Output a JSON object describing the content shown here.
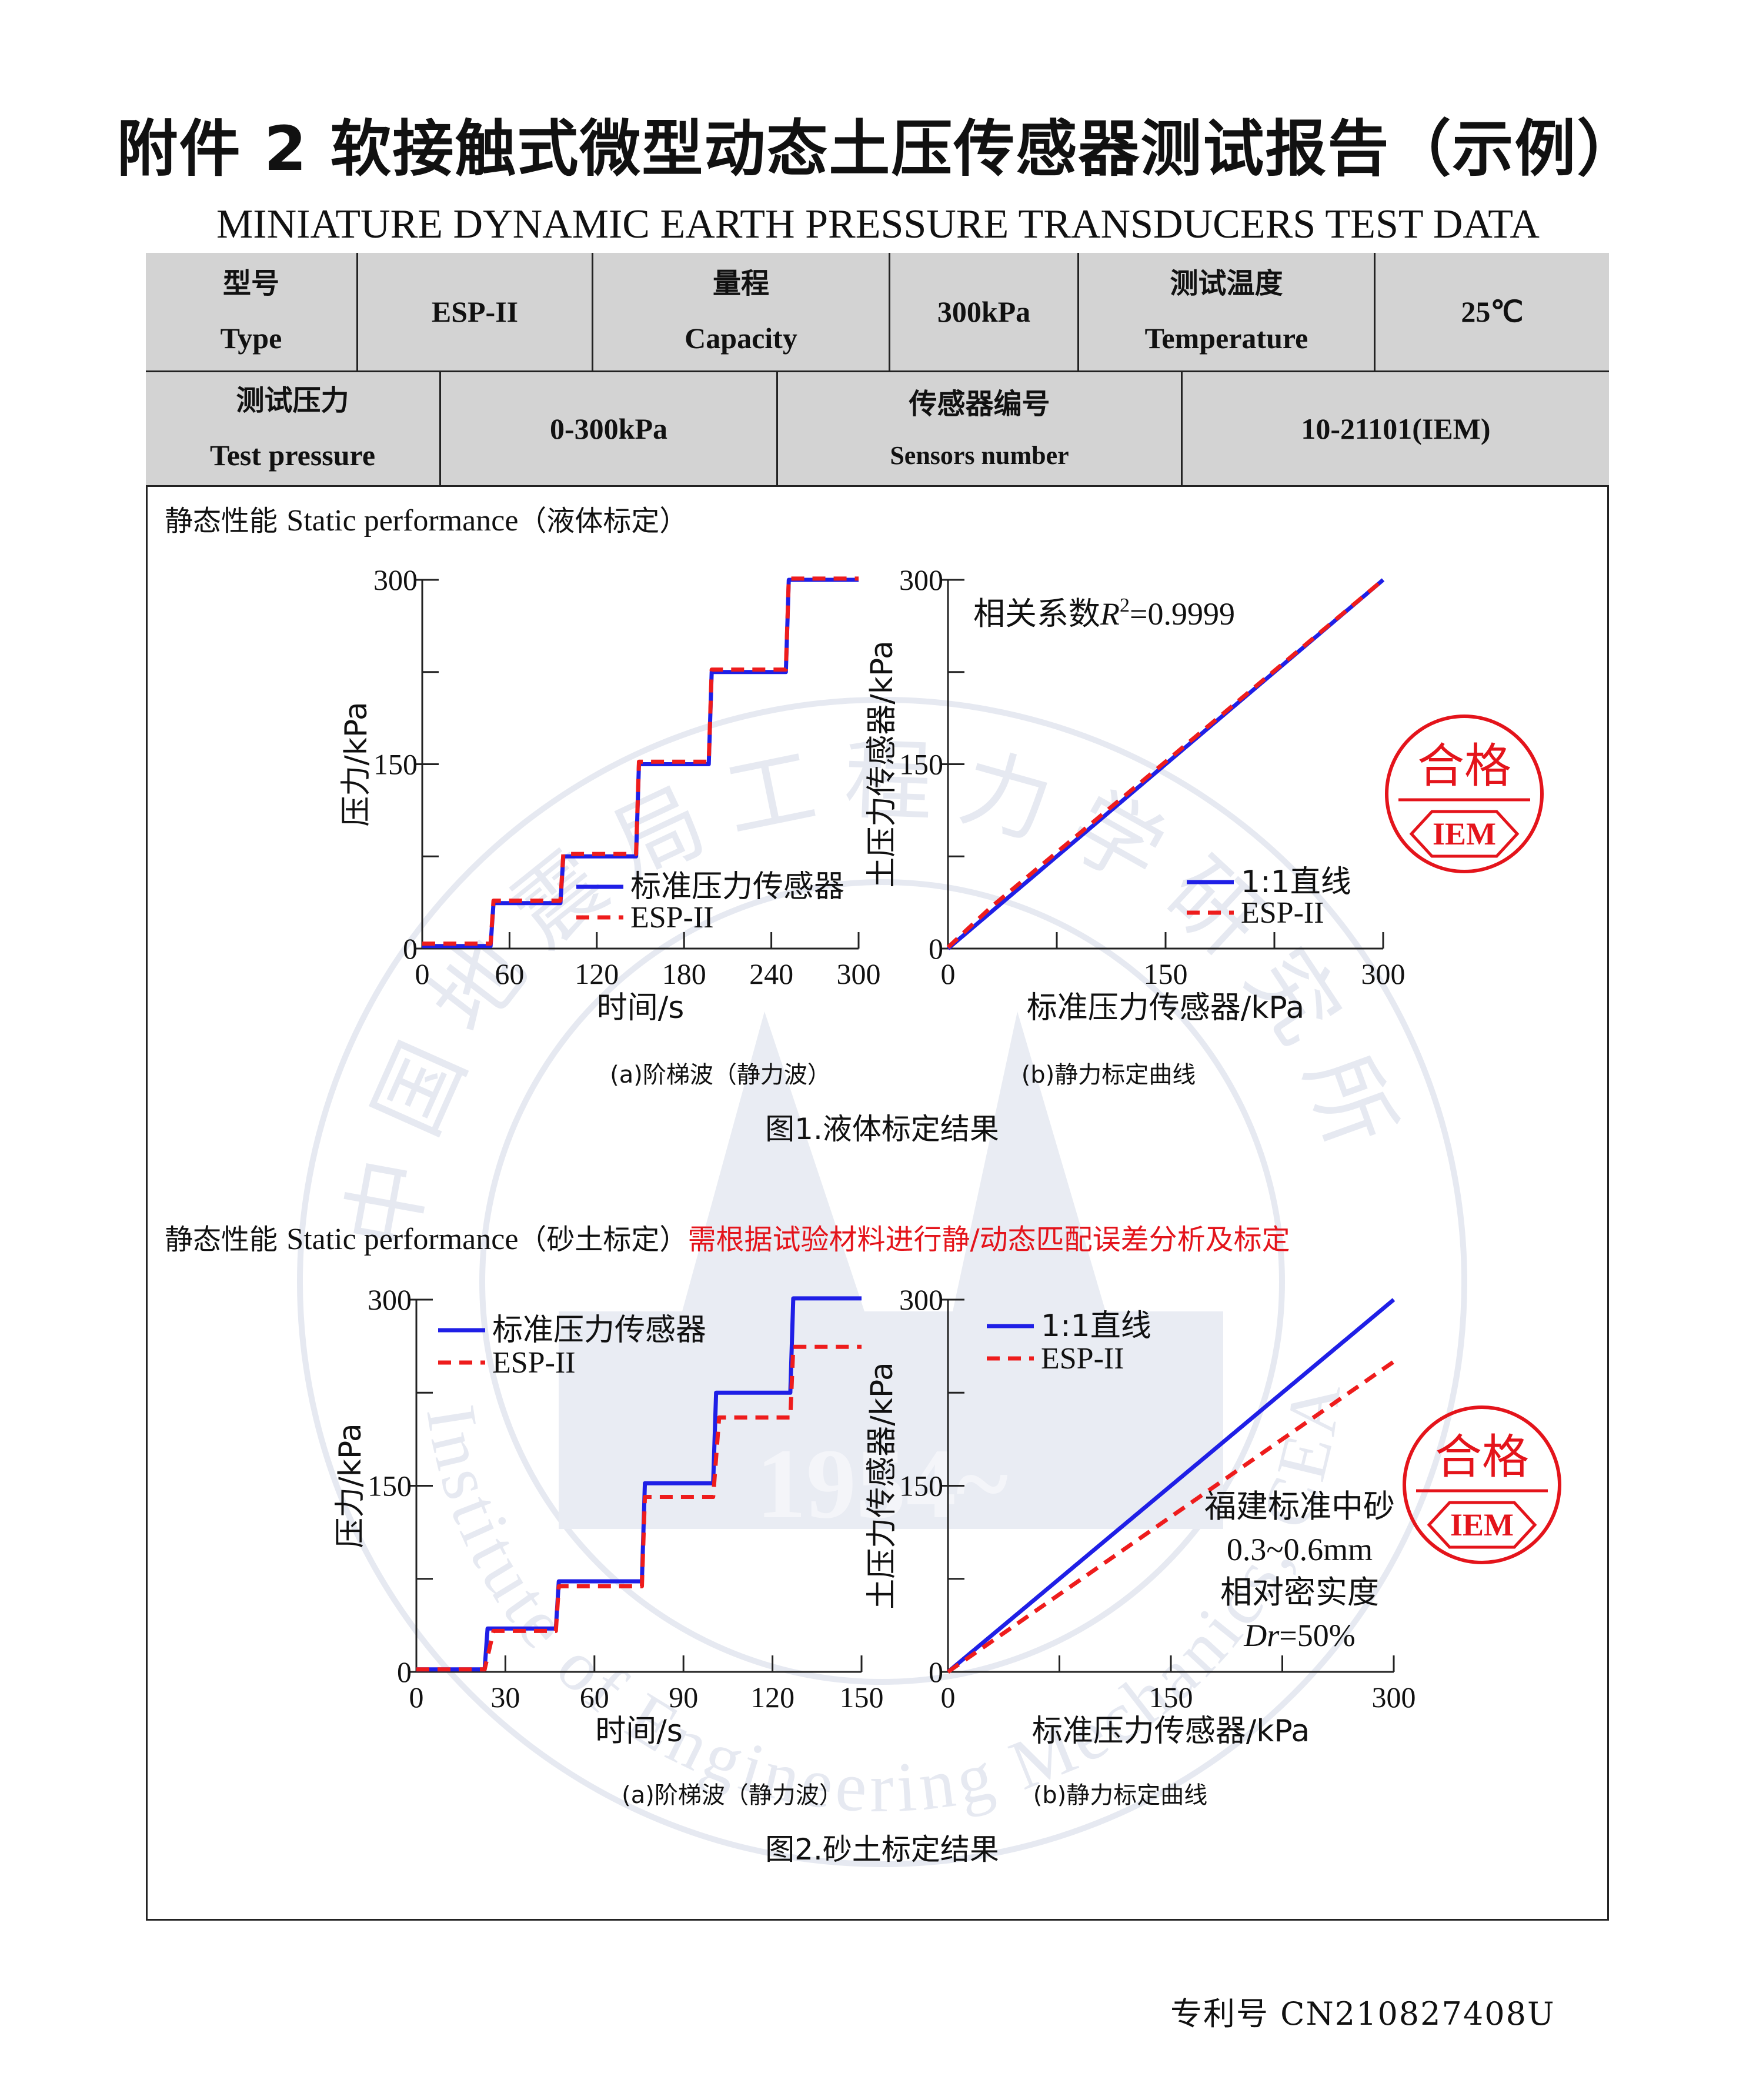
{
  "title": "附件 2 软接触式微型动态土压传感器测试报告（示例）",
  "subtitle": "MINIATURE DYNAMIC EARTH PRESSURE TRANSDUCERS TEST DATA",
  "table": {
    "type_cn": "型号",
    "type_en": "Type",
    "type_value": "ESP-II",
    "capacity_cn": "量程",
    "capacity_en": "Capacity",
    "capacity_value": "300kPa",
    "temp_cn": "测试温度",
    "temp_en": "Temperature",
    "temp_value": "25℃",
    "pressure_cn": "测试压力",
    "pressure_en": "Test pressure",
    "pressure_value": "0-300kPa",
    "sensor_cn": "传感器编号",
    "sensor_en": "Sensors number",
    "sensor_value": "10-21101(IEM)"
  },
  "section1": {
    "cn": "静态性能",
    "en": "Static performance",
    "note": "（液体标定）"
  },
  "section2": {
    "cn": "静态性能",
    "en": "Static performance",
    "note": "（砂土标定）",
    "red_note": "需根据试验材料进行静/动态匹配误差分析及标定"
  },
  "colors": {
    "standard": "#1f1fe6",
    "esp": "#ee1c1c",
    "stamp": "#e4141b",
    "watermark": "#e6e9f1"
  },
  "watermark": {
    "institute_cn": "中国地震局工程力学研究所",
    "institute_en": "Institute of Engineering Mechanics, CEA",
    "year": "1954~"
  },
  "stamp": {
    "text": "合格",
    "logo": "IEM"
  },
  "chart_data": [
    {
      "id": "fig1a",
      "type": "line",
      "caption": "(a)阶梯波（静力波）",
      "xlabel": "时间/s",
      "ylabel": "压力/kPa",
      "xlim": [
        0,
        300
      ],
      "ylim": [
        0,
        300
      ],
      "xticks": [
        "0",
        "60",
        "120",
        "180",
        "240",
        "300"
      ],
      "yticks": [
        "0",
        "150",
        "300"
      ],
      "legend": "center-right",
      "series": [
        {
          "name": "标准压力传感器",
          "x": [
            0,
            47,
            49,
            95,
            97,
            147,
            149,
            197,
            199,
            250,
            252,
            300
          ],
          "y": [
            2,
            2,
            37,
            37,
            75,
            75,
            150,
            150,
            225,
            225,
            300,
            300
          ]
        },
        {
          "name": "ESP-II",
          "x": [
            0,
            47,
            49,
            95,
            97,
            147,
            149,
            197,
            199,
            250,
            252,
            300
          ],
          "y": [
            4,
            4,
            39,
            39,
            77,
            77,
            152,
            152,
            227,
            227,
            301,
            301
          ]
        }
      ]
    },
    {
      "id": "fig1b",
      "type": "line",
      "caption": "(b)静力标定曲线",
      "xlabel": "标准压力传感器/kPa",
      "ylabel": "土压力传感器/kPa",
      "xlim": [
        0,
        300
      ],
      "ylim": [
        0,
        300
      ],
      "xticks": [
        "0",
        "150",
        "300"
      ],
      "yticks": [
        "0",
        "150",
        "300"
      ],
      "legend": "bottom-right",
      "annotation": {
        "text": "相关系数",
        "math_var": "R",
        "sup": "2",
        "eq": "=0.9999"
      },
      "series": [
        {
          "name": "1:1直线",
          "x": [
            0,
            300
          ],
          "y": [
            0,
            300
          ]
        },
        {
          "name": "ESP-II",
          "x": [
            0,
            30,
            150,
            300
          ],
          "y": [
            1,
            34,
            152,
            300
          ]
        }
      ]
    },
    {
      "id": "fig2a",
      "type": "line",
      "caption": "(a)阶梯波（静力波）",
      "xlabel": "时间/s",
      "ylabel": "压力/kPa",
      "xlim": [
        0,
        150
      ],
      "ylim": [
        0,
        300
      ],
      "xticks": [
        "0",
        "30",
        "60",
        "90",
        "120",
        "150"
      ],
      "yticks": [
        "0",
        "150",
        "300"
      ],
      "legend": "top-left",
      "series": [
        {
          "name": "标准压力传感器",
          "x": [
            0,
            23,
            24,
            47,
            48,
            76,
            77,
            100,
            101,
            126,
            127,
            150
          ],
          "y": [
            2,
            2,
            35,
            35,
            73,
            73,
            152,
            152,
            225,
            225,
            301,
            301
          ]
        },
        {
          "name": "ESP-II",
          "x": [
            0,
            23,
            26,
            47,
            48,
            76,
            77,
            100,
            102,
            126,
            127,
            150
          ],
          "y": [
            2,
            2,
            33,
            33,
            69,
            69,
            141,
            141,
            205,
            205,
            262,
            262
          ]
        }
      ]
    },
    {
      "id": "fig2b",
      "type": "line",
      "caption": "(b)静力标定曲线",
      "xlabel": "标准压力传感器/kPa",
      "ylabel": "土压力传感器/kPa",
      "xlim": [
        0,
        300
      ],
      "ylim": [
        0,
        300
      ],
      "xticks": [
        "0",
        "150",
        "300"
      ],
      "yticks": [
        "0",
        "150",
        "300"
      ],
      "legend": "top-left",
      "annotation_lines": [
        "福建标准中砂",
        "0.3~0.6mm",
        "相对密实度"
      ],
      "annotation_math": {
        "var": "Dr",
        "eq": "=50%"
      },
      "series": [
        {
          "name": "1:1直线",
          "x": [
            0,
            300
          ],
          "y": [
            0,
            300
          ]
        },
        {
          "name": "ESP-II",
          "x": [
            0,
            300
          ],
          "y": [
            0,
            250
          ]
        }
      ]
    }
  ],
  "figure1_caption": "图1.液体标定结果",
  "figure2_caption": "图2.砂土标定结果",
  "patent": "专利号 CN210827408U"
}
